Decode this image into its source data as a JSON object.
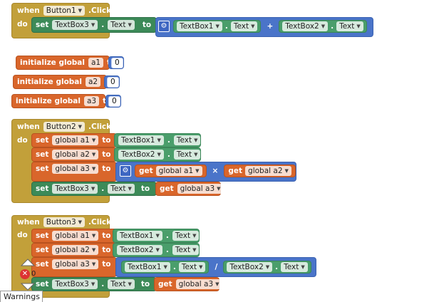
{
  "kw": {
    "when": "when",
    "do": "do",
    "set": "set",
    "to": "to",
    "get": "get",
    "dot": ".",
    "click": ".Click",
    "init": "initialize global"
  },
  "components": {
    "b1": "Button1",
    "b2": "Button2",
    "b3": "Button3",
    "tb1": "TextBox1",
    "tb2": "TextBox2",
    "tb3": "TextBox3",
    "text": "Text"
  },
  "vars": {
    "a1": "a1",
    "a2": "a2",
    "a3": "a3",
    "ga1": "global a1",
    "ga2": "global a2",
    "ga3": "global a3"
  },
  "ops": {
    "plus": "+",
    "times": "×",
    "div": "/"
  },
  "nums": {
    "zero": "0"
  },
  "status": {
    "errors": "0",
    "warnings": "Warnings"
  }
}
